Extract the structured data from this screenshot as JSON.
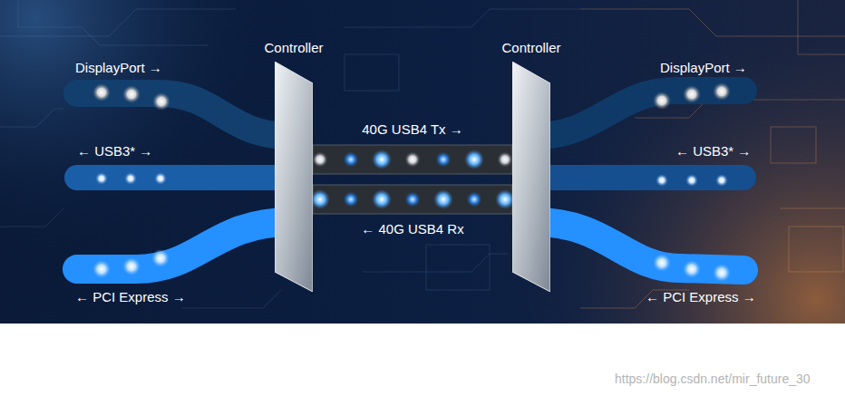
{
  "diagram": {
    "nodes": [
      {
        "text": [
          "Controller"
        ]
      },
      {
        "text": [
          "Controller"
        ]
      }
    ],
    "edges": [
      {
        "from": 0,
        "to": 1,
        "arrow": "none",
        "label": "40G USB4 Tx →"
      },
      {
        "from": 1,
        "to": 0,
        "arrow": "none",
        "label": "← 40G USB4 Rx"
      }
    ],
    "labels": [
      "DisplayPort →",
      "← USB3* →",
      "← PCI Express →",
      "DisplayPort →",
      "← USB3* →",
      "← PCI Express →",
      "https://blog.csdn.net/mir_future_30"
    ]
  }
}
